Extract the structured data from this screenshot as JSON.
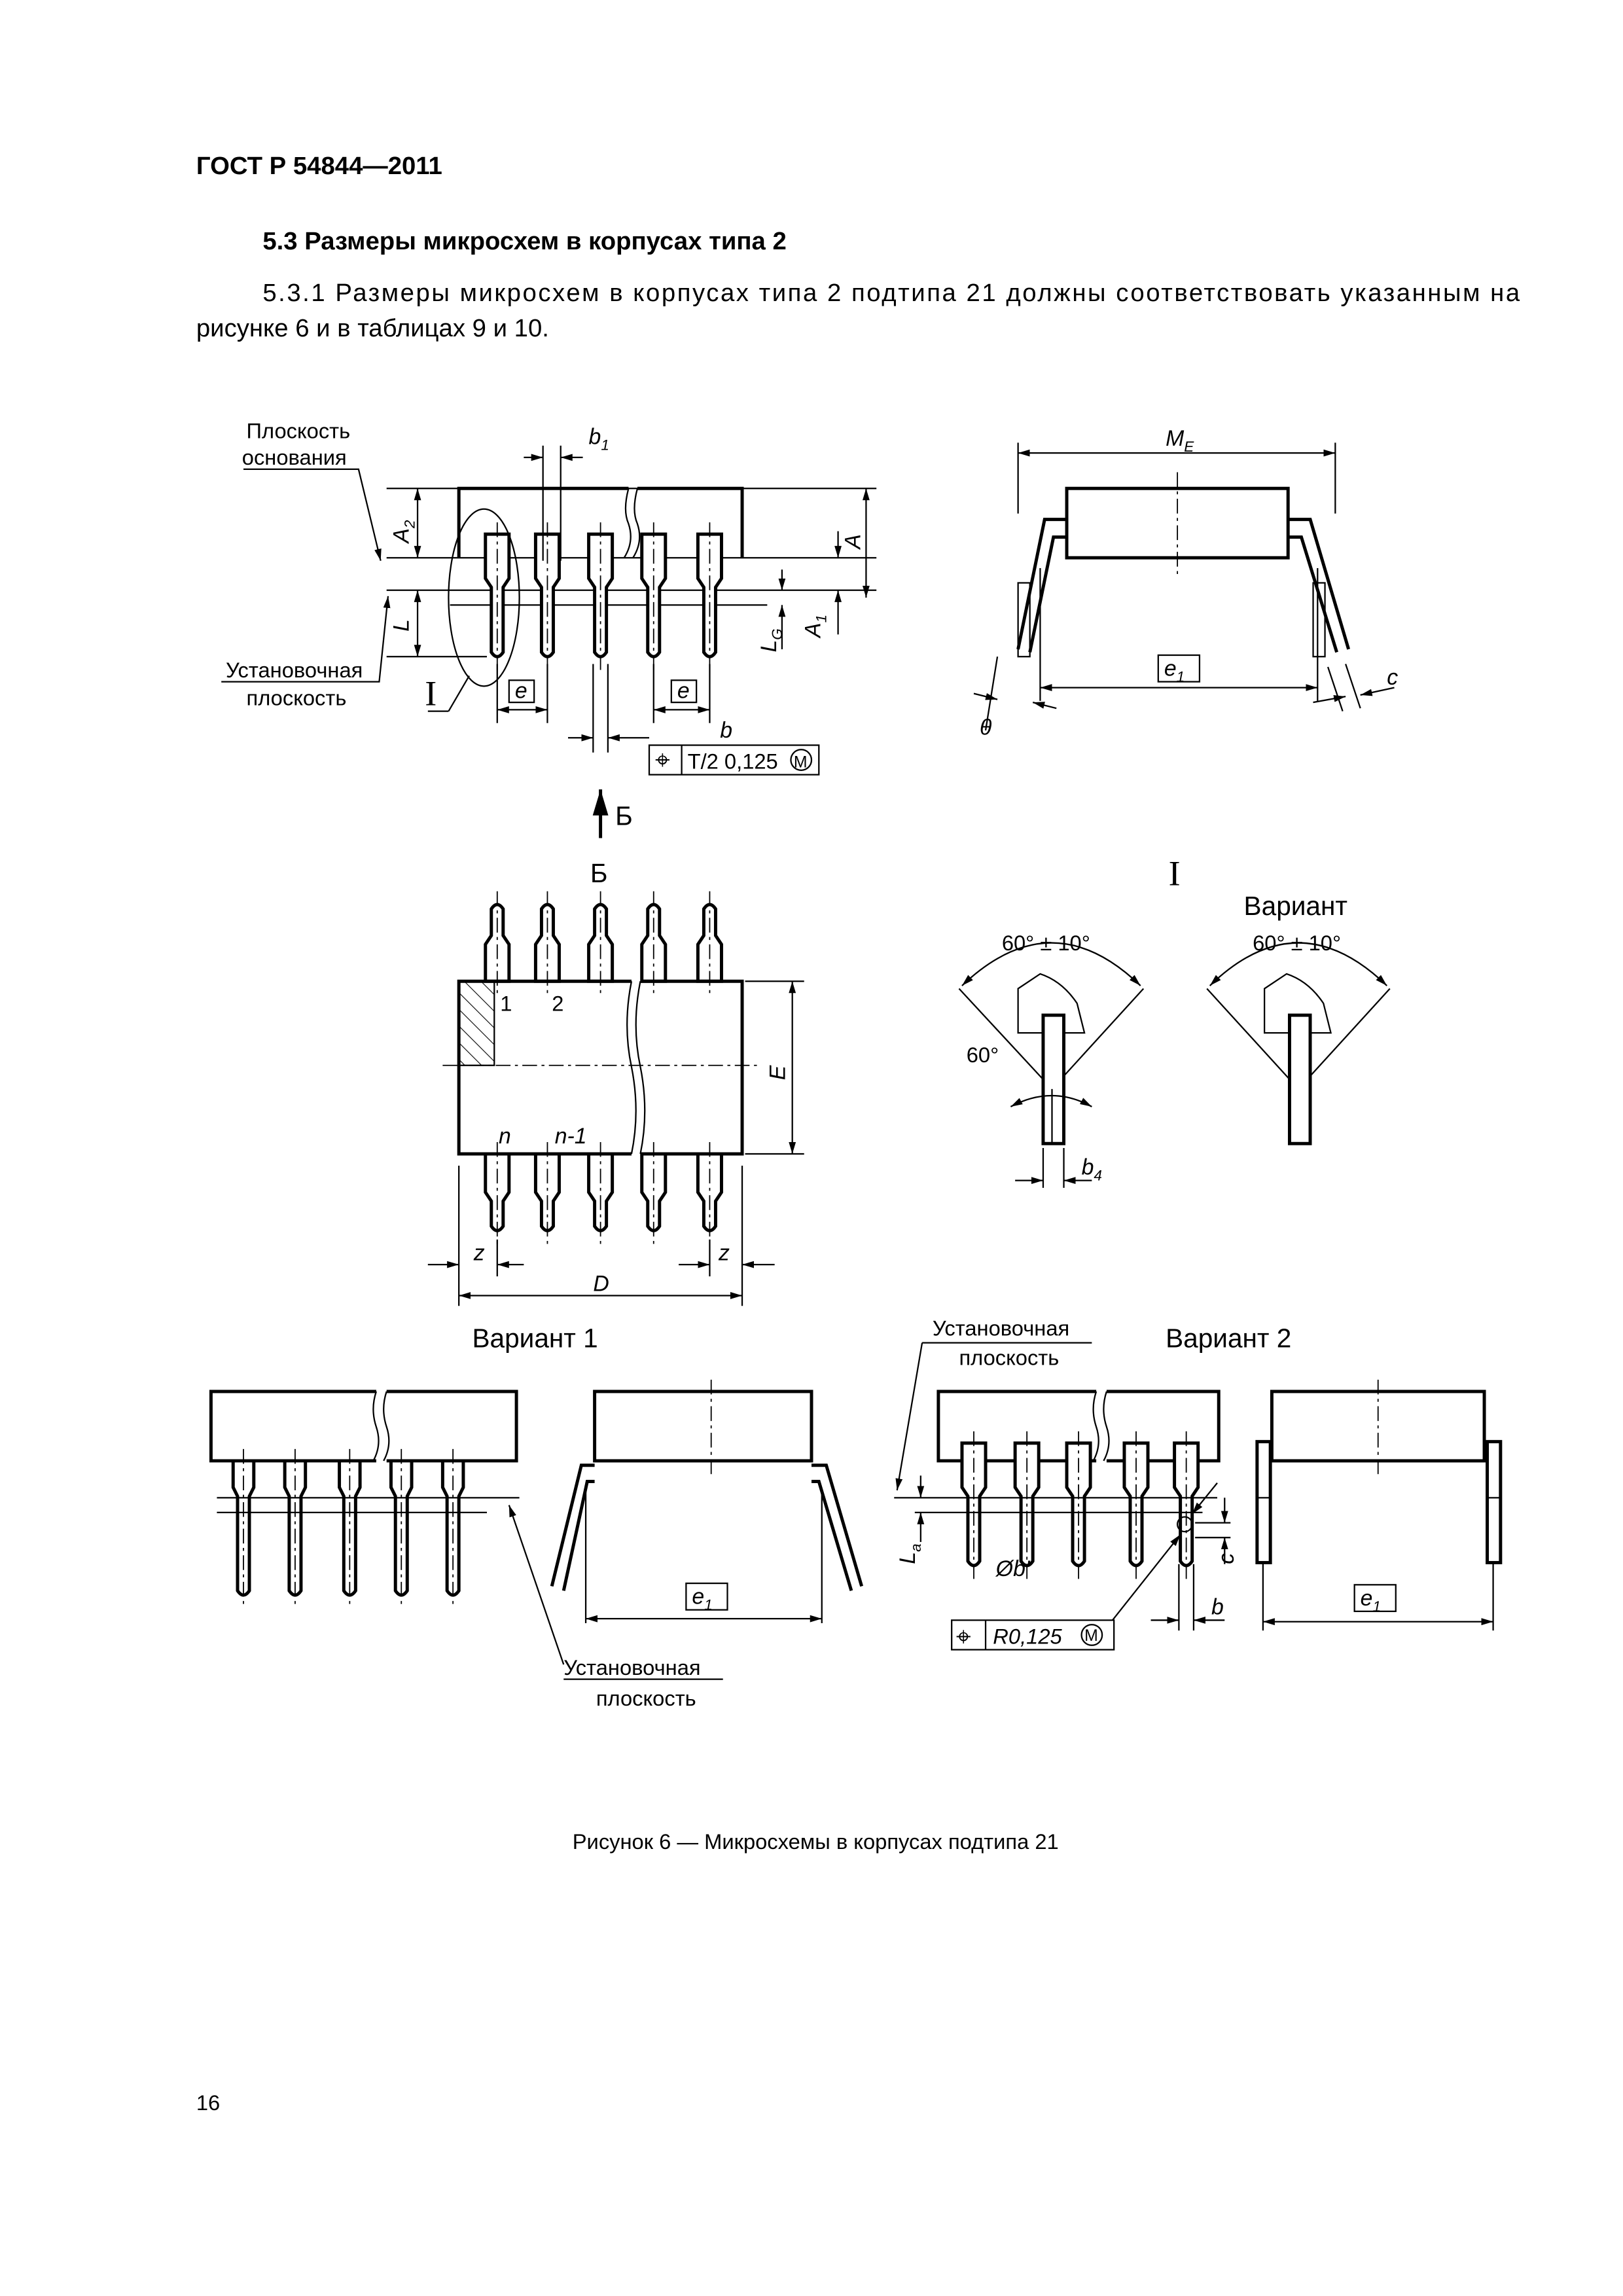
{
  "header": {
    "standard": "ГОСТ Р 54844—2011"
  },
  "section": {
    "title": "5.3 Размеры микросхем в корпусах типа 2",
    "paragraph_line1": "5.3.1 Размеры микросхем в корпусах типа 2 подтипа 21 должны соответствовать указанным на",
    "paragraph_line2": "рисунке 6 и в таблицах 9 и 10."
  },
  "figure": {
    "labels": {
      "base_plane_1": "Плоскость",
      "base_plane_2": "основания",
      "seating_plane_1": "Установочная",
      "seating_plane_2": "плоскость",
      "detail_I": "I",
      "view_B": "Б",
      "variant": "Вариант",
      "variant_1": "Вариант 1",
      "variant_2": "Вариант 2",
      "angle_tol": "60° ± 10°",
      "angle_60": "60°"
    },
    "dims": {
      "b1": "b",
      "b1_sub": "1",
      "A2": "A",
      "A2_sub": "2",
      "A": "A",
      "A1": "A",
      "A1_sub": "1",
      "L": "L",
      "LG": "L",
      "LG_sub": "G",
      "e": "e",
      "b": "b",
      "ME": "M",
      "ME_sub": "E",
      "e1": "e",
      "e1_sub": "1",
      "c": "c",
      "theta": "θ",
      "E": "E",
      "D": "D",
      "z": "z",
      "b4": "b",
      "b4_sub": "4",
      "La": "L",
      "La_sub": "a",
      "db": "Øb'",
      "pin_1": "1",
      "pin_2": "2",
      "pin_n": "n",
      "pin_n1": "n-1"
    },
    "tolerance_1": {
      "symbol": "⌖",
      "value": "T/2 0,125",
      "modifier": "M"
    },
    "tolerance_2": {
      "symbol": "⌖",
      "value": "R0,125",
      "modifier": "M"
    },
    "caption": "Рисунок 6 — Микросхемы в корпусах подтипа 21"
  },
  "footer": {
    "page_number": "16"
  }
}
